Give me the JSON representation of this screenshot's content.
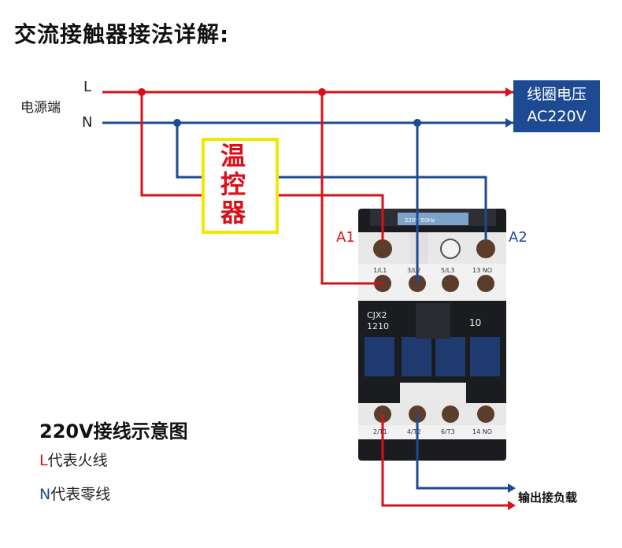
{
  "title": "交流接触器接法详解:",
  "source": {
    "label": "电源端",
    "live_letter": "L",
    "neutral_letter": "N"
  },
  "coil_voltage": {
    "line1": "线圈电压",
    "line2": "AC220V"
  },
  "thermostat": {
    "label": "温控器"
  },
  "terminals": {
    "a1": "A1",
    "a2": "A2"
  },
  "contactor": {
    "model_line1": "CJX2",
    "model_line2": "1210",
    "contact_type": "10",
    "nameplate": "220V 50Hz",
    "top_labels": [
      "1/L1",
      "3/L2",
      "5/L3",
      "13 NO"
    ],
    "bottom_labels": [
      "2/T1",
      "4/T2",
      "6/T3",
      "14 NO"
    ]
  },
  "legend": {
    "title": "220V接线示意图",
    "live_letter": "L",
    "live_text": "代表火线",
    "neutral_letter": "N",
    "neutral_text": "代表零线"
  },
  "output": {
    "label": "输出接负载"
  },
  "colors": {
    "live": "#d8101a",
    "neutral": "#1d4a92",
    "thermostat_border": "#f4e600",
    "coil_box": "#1d4a92"
  }
}
